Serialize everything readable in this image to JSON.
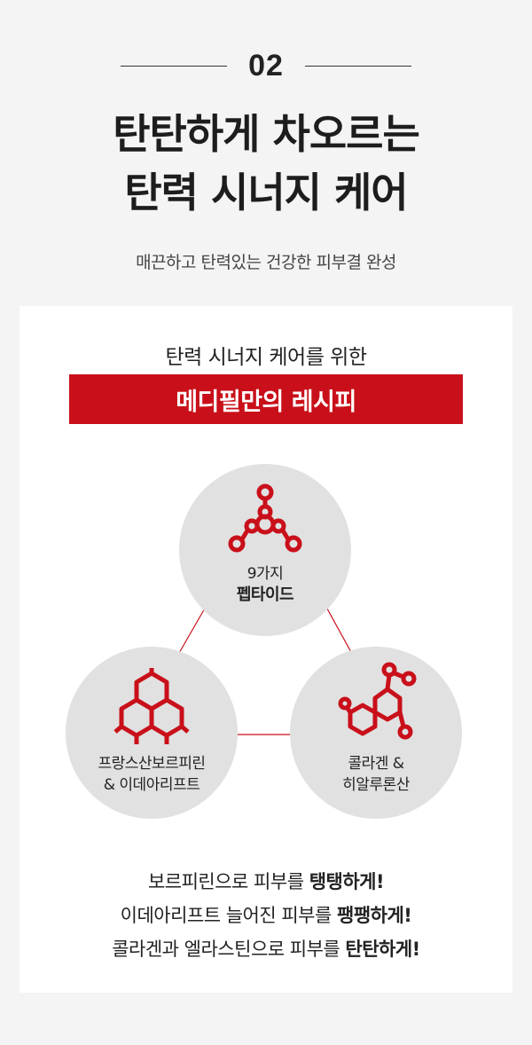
{
  "section_number": "02",
  "headline": {
    "line1": "탄탄하게 차오르는",
    "line2": "탄력 시너지 케어"
  },
  "subline": "매끈하고 탄력있는 건강한 피부결 완성",
  "card": {
    "intro": "탄력 시너지 케어를 위한",
    "banner": "메디필만의 레시피",
    "accent_color": "#c9101a",
    "ingredients": [
      {
        "icon": "molecule-icon",
        "line1": "9가지",
        "line2": "펩타이드"
      },
      {
        "icon": "hexagon-honeycomb-icon",
        "line1": "프랑스산보르피린",
        "line2": "& 이데아리프트"
      },
      {
        "icon": "chain-molecule-icon",
        "line1": "콜라겐 &",
        "line2": "히알루론산"
      }
    ],
    "benefits": [
      {
        "prefix": "보르피린으로 피부를 ",
        "emphasis": "탱탱하게!"
      },
      {
        "prefix": "이데아리프트 늘어진 피부를 ",
        "emphasis": "팽팽하게!"
      },
      {
        "prefix": "콜라겐과 엘라스틴으로 피부를 ",
        "emphasis": "탄탄하게!"
      }
    ]
  }
}
